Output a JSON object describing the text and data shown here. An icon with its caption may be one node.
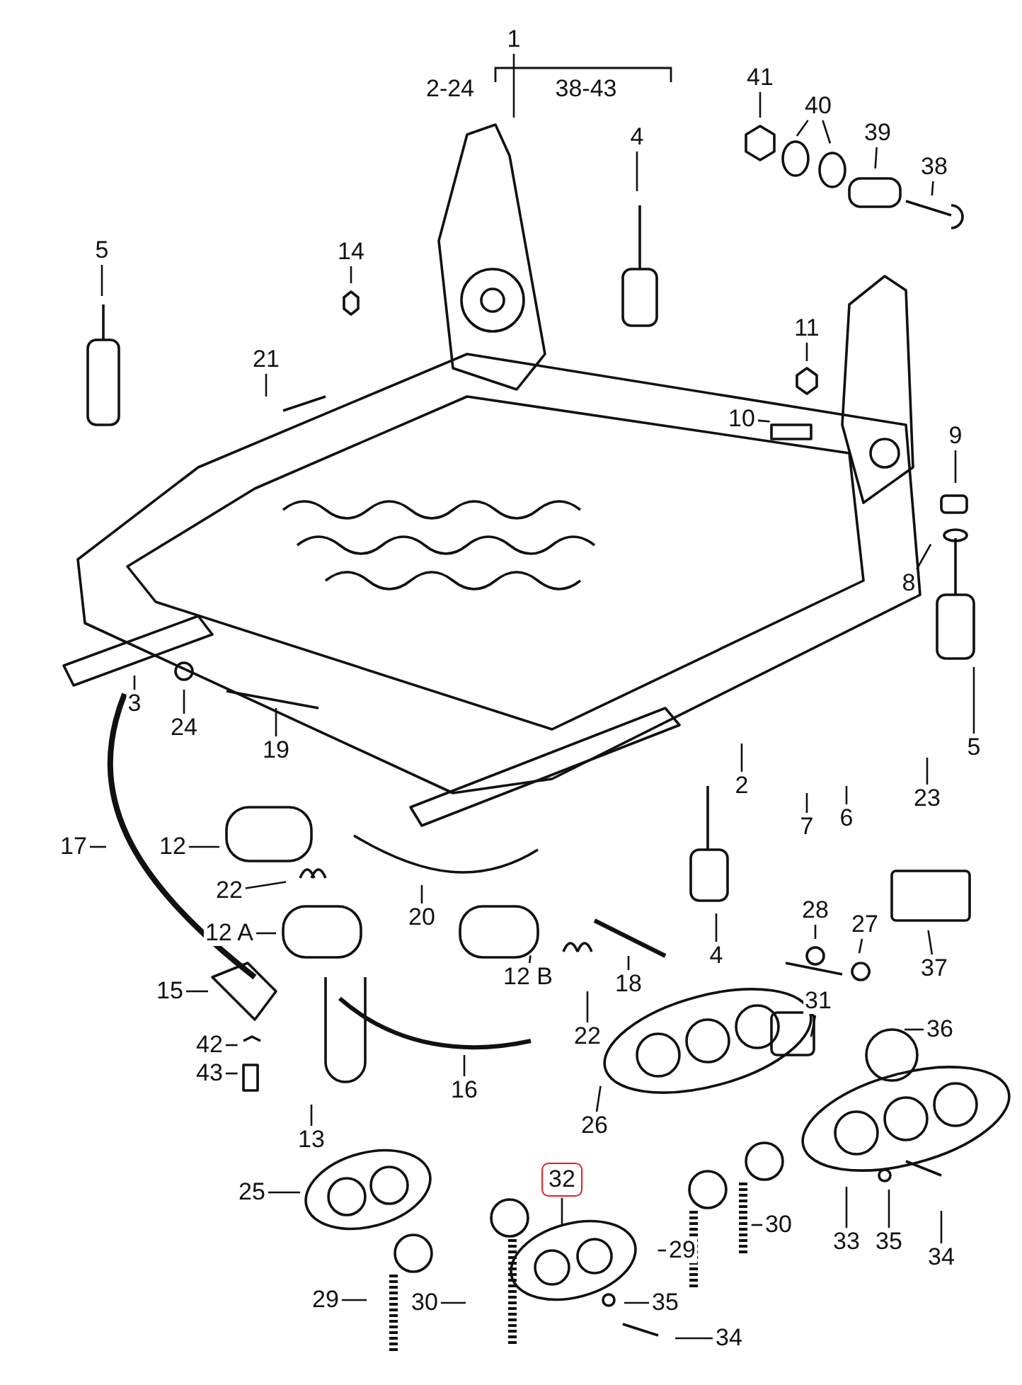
{
  "diagram": {
    "nodes": [
      {
        "text": [
          "1"
        ]
      },
      {
        "text": [
          "4"
        ]
      },
      {
        "text": [
          "41"
        ]
      },
      {
        "text": [
          "40"
        ]
      },
      {
        "text": [
          "39"
        ]
      },
      {
        "text": [
          "38"
        ]
      },
      {
        "text": [
          "5"
        ]
      },
      {
        "text": [
          "14"
        ]
      },
      {
        "text": [
          "21"
        ]
      },
      {
        "text": [
          "11"
        ]
      },
      {
        "text": [
          "10"
        ]
      },
      {
        "text": [
          "9"
        ]
      },
      {
        "text": [
          "8"
        ]
      },
      {
        "text": [
          "5"
        ]
      },
      {
        "text": [
          "3"
        ]
      },
      {
        "text": [
          "24"
        ]
      },
      {
        "text": [
          "19"
        ]
      },
      {
        "text": [
          "2"
        ]
      },
      {
        "text": [
          "7"
        ]
      },
      {
        "text": [
          "6"
        ]
      },
      {
        "text": [
          "23"
        ]
      },
      {
        "text": [
          "17"
        ]
      },
      {
        "text": [
          "12"
        ]
      },
      {
        "text": [
          "22"
        ]
      },
      {
        "text": [
          "20"
        ]
      },
      {
        "text": [
          "4"
        ]
      },
      {
        "text": [
          "28"
        ]
      },
      {
        "text": [
          "27"
        ]
      },
      {
        "text": [
          "37"
        ]
      },
      {
        "text": [
          "12 A"
        ]
      },
      {
        "text": [
          "15"
        ]
      },
      {
        "text": [
          "12 B"
        ]
      },
      {
        "text": [
          "18"
        ]
      },
      {
        "text": [
          "31"
        ]
      },
      {
        "text": [
          "36"
        ]
      },
      {
        "text": [
          "42"
        ]
      },
      {
        "text": [
          "43"
        ]
      },
      {
        "text": [
          "16"
        ]
      },
      {
        "text": [
          "22"
        ]
      },
      {
        "text": [
          "26"
        ]
      },
      {
        "text": [
          "13"
        ]
      },
      {
        "text": [
          "32"
        ]
      },
      {
        "text": [
          "25"
        ]
      },
      {
        "text": [
          "29"
        ]
      },
      {
        "text": [
          "30"
        ]
      },
      {
        "text": [
          "33"
        ]
      },
      {
        "text": [
          "35"
        ]
      },
      {
        "text": [
          "34"
        ]
      },
      {
        "text": [
          "29"
        ]
      },
      {
        "text": [
          "30"
        ]
      },
      {
        "text": [
          "35"
        ]
      },
      {
        "text": [
          "34"
        ]
      }
    ],
    "edges": [
      {
        "from": 0,
        "to": null,
        "arrow": "none"
      },
      {
        "from": 1,
        "to": null,
        "arrow": "none"
      },
      {
        "from": 2,
        "to": null,
        "arrow": "none"
      },
      {
        "from": 3,
        "to": null,
        "arrow": "none"
      },
      {
        "from": 3,
        "to": null,
        "arrow": "none"
      },
      {
        "from": 4,
        "to": null,
        "arrow": "none"
      },
      {
        "from": 5,
        "to": null,
        "arrow": "none"
      },
      {
        "from": 6,
        "to": null,
        "arrow": "none"
      },
      {
        "from": 7,
        "to": null,
        "arrow": "none"
      },
      {
        "from": 8,
        "to": null,
        "arrow": "none"
      },
      {
        "from": 9,
        "to": null,
        "arrow": "none"
      },
      {
        "from": 10,
        "to": null,
        "arrow": "none"
      },
      {
        "from": 11,
        "to": null,
        "arrow": "none"
      },
      {
        "from": 12,
        "to": null,
        "arrow": "none"
      },
      {
        "from": 13,
        "to": null,
        "arrow": "none"
      },
      {
        "from": 14,
        "to": null,
        "arrow": "none"
      },
      {
        "from": 15,
        "to": null,
        "arrow": "none"
      },
      {
        "from": 16,
        "to": null,
        "arrow": "none"
      },
      {
        "from": 17,
        "to": null,
        "arrow": "none"
      },
      {
        "from": 18,
        "to": null,
        "arrow": "none"
      },
      {
        "from": 19,
        "to": null,
        "arrow": "none"
      },
      {
        "from": 20,
        "to": null,
        "arrow": "none"
      },
      {
        "from": 21,
        "to": null,
        "arrow": "none"
      },
      {
        "from": 22,
        "to": null,
        "arrow": "none"
      },
      {
        "from": 23,
        "to": null,
        "arrow": "none"
      },
      {
        "from": 24,
        "to": null,
        "arrow": "none"
      },
      {
        "from": 25,
        "to": null,
        "arrow": "none"
      },
      {
        "from": 26,
        "to": null,
        "arrow": "none"
      },
      {
        "from": 27,
        "to": null,
        "arrow": "none"
      },
      {
        "from": 28,
        "to": null,
        "arrow": "none"
      },
      {
        "from": 29,
        "to": null,
        "arrow": "none"
      },
      {
        "from": 30,
        "to": null,
        "arrow": "none"
      },
      {
        "from": 31,
        "to": null,
        "arrow": "none"
      },
      {
        "from": 32,
        "to": null,
        "arrow": "none"
      },
      {
        "from": 33,
        "to": null,
        "arrow": "none"
      },
      {
        "from": 34,
        "to": null,
        "arrow": "none"
      },
      {
        "from": 35,
        "to": null,
        "arrow": "none"
      },
      {
        "from": 36,
        "to": null,
        "arrow": "none"
      },
      {
        "from": 37,
        "to": null,
        "arrow": "none"
      },
      {
        "from": 38,
        "to": null,
        "arrow": "none"
      },
      {
        "from": 39,
        "to": null,
        "arrow": "none"
      },
      {
        "from": 40,
        "to": null,
        "arrow": "none"
      },
      {
        "from": 41,
        "to": null,
        "arrow": "none"
      },
      {
        "from": 42,
        "to": null,
        "arrow": "none"
      },
      {
        "from": 43,
        "to": null,
        "arrow": "none"
      },
      {
        "from": 44,
        "to": null,
        "arrow": "none"
      },
      {
        "from": 45,
        "to": null,
        "arrow": "none"
      },
      {
        "from": 46,
        "to": null,
        "arrow": "none"
      },
      {
        "from": 47,
        "to": null,
        "arrow": "none"
      },
      {
        "from": 48,
        "to": null,
        "arrow": "none"
      },
      {
        "from": 49,
        "to": null,
        "arrow": "none"
      },
      {
        "from": 50,
        "to": null,
        "arrow": "none"
      },
      {
        "from": 51,
        "to": null,
        "arrow": "none"
      }
    ],
    "labels": [
      "2-24",
      "38-43"
    ]
  }
}
